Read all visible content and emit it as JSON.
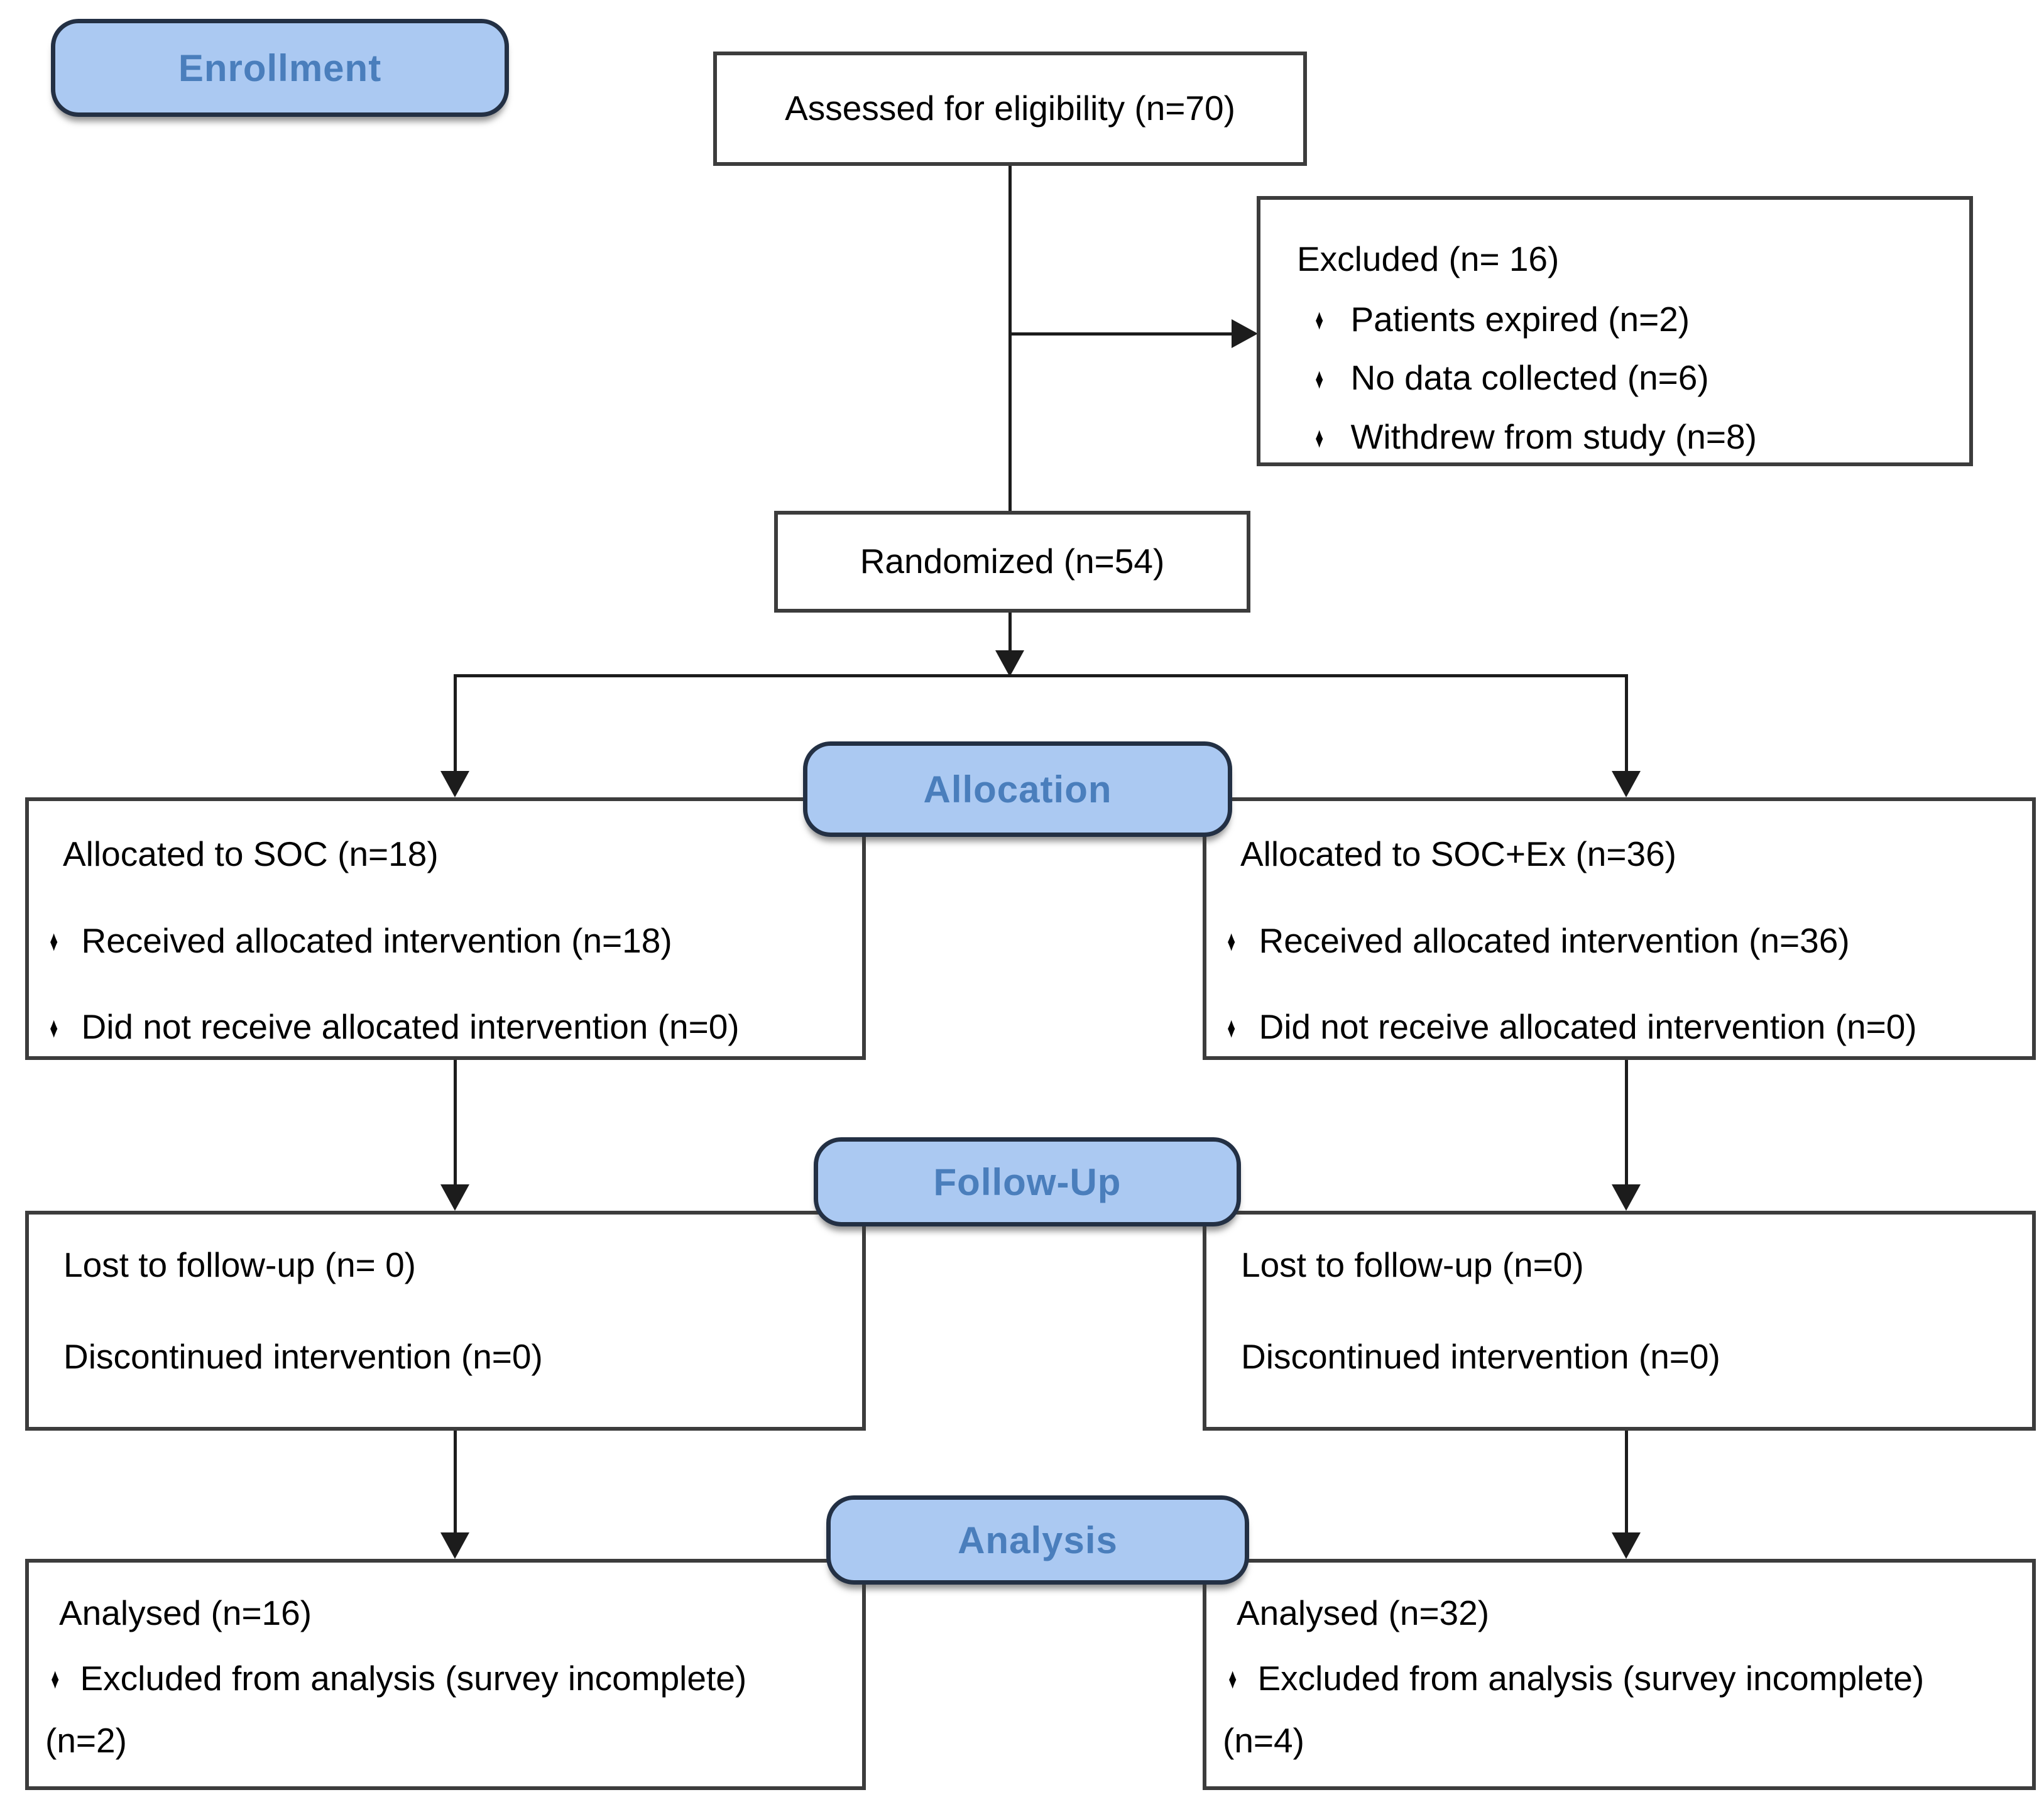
{
  "badges": {
    "enrollment": "Enrollment",
    "allocation": "Allocation",
    "followup": "Follow-Up",
    "analysis": "Analysis"
  },
  "bullet_char": "♦",
  "colors": {
    "badge_fill": "#abc9f2",
    "badge_border": "#233044",
    "badge_text": "#4a7ebc",
    "box_border": "#3c3c3c",
    "line": "#1c1c1c"
  },
  "boxes": {
    "assessed": {
      "text": "Assessed for eligibility (n=70)"
    },
    "excluded": {
      "title": "Excluded (n= 16)",
      "items": [
        "Patients expired (n=2)",
        "No data collected (n=6)",
        "Withdrew from study (n=8)"
      ]
    },
    "randomized": {
      "text": "Randomized (n=54)"
    },
    "allocation_left": {
      "title": "Allocated to SOC (n=18)",
      "items": [
        "Received allocated intervention (n=18)",
        "Did not receive allocated intervention (n=0)"
      ]
    },
    "allocation_right": {
      "title": "Allocated to SOC+Ex (n=36)",
      "items": [
        "Received allocated intervention (n=36)",
        "Did not receive allocated intervention (n=0)"
      ]
    },
    "followup_left": {
      "lines": [
        "Lost to follow-up (n= 0)",
        "Discontinued intervention (n=0)"
      ]
    },
    "followup_right": {
      "lines": [
        "Lost to follow-up (n=0)",
        "Discontinued intervention (n=0)"
      ]
    },
    "analysis_left": {
      "title": "Analysed (n=16)",
      "bullet": "Excluded from analysis (survey incomplete)",
      "continuation": "(n=2)"
    },
    "analysis_right": {
      "title": "Analysed (n=32)",
      "bullet": "Excluded from analysis (survey incomplete)",
      "continuation": "(n=4)"
    }
  }
}
